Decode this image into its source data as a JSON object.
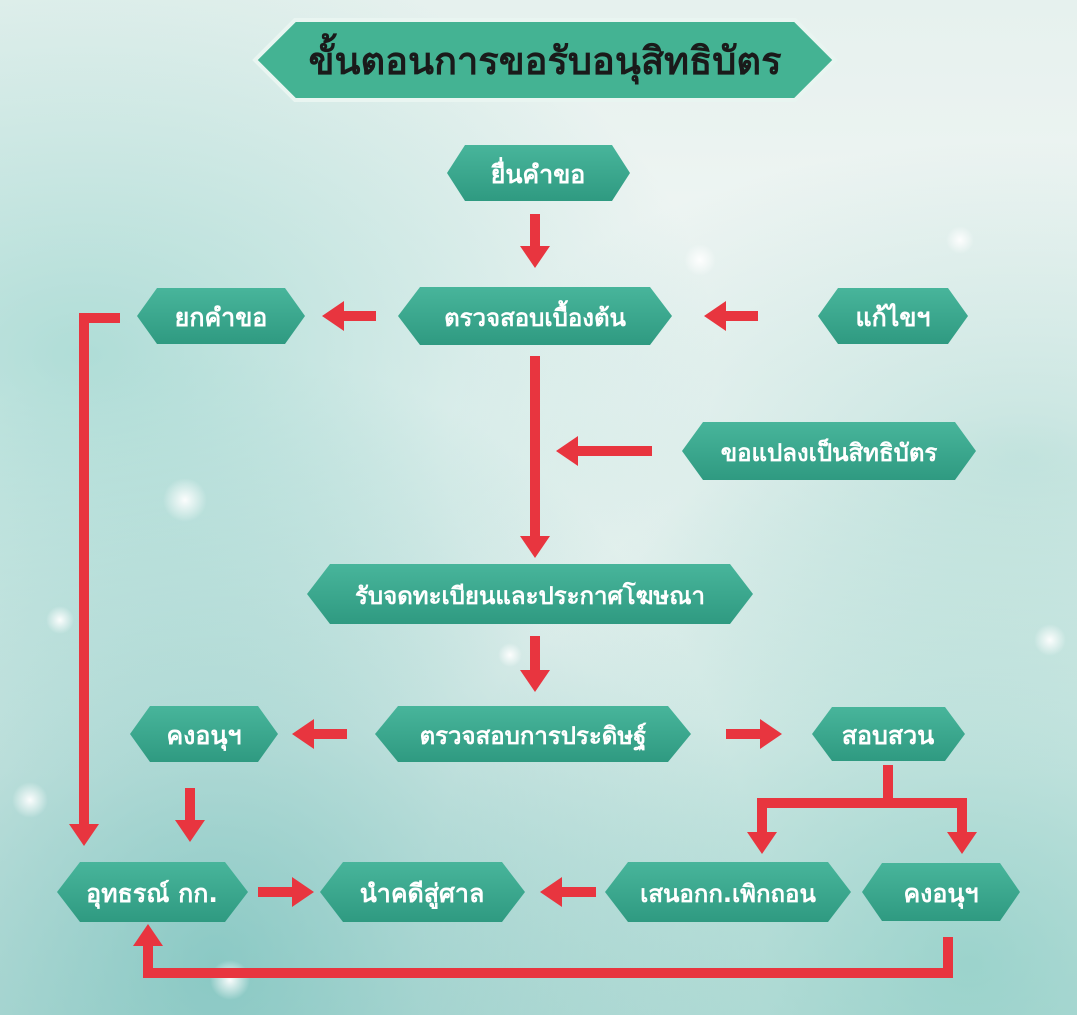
{
  "title": "ขั้นตอนการขอรับอนุสิทธิบัตร",
  "nodes": {
    "submit": "ยื่นคำขอ",
    "preliminary_check": "ตรวจสอบเบื้องต้น",
    "reject_left": "ยกคำขอ",
    "fix": "แก้ไขฯ",
    "convert_patent": "ขอแปลงเป็นสิทธิบัตร",
    "register_announce": "รับจดทะเบียนและประกาศโฆษณา",
    "keep_left": "คงอนุฯ",
    "examine_invention": "ตรวจสอบการประดิษฐ์",
    "investigate": "สอบสวน",
    "appeal": "อุทธรณ์ กก.",
    "court": "นำคดีสู่ศาล",
    "propose_revoke": "เสนอกก.เพิกถอน",
    "keep_right": "คงอนุฯ"
  },
  "colors": {
    "node_fill": "#3aa88f",
    "node_fill_dark": "#2a8e76",
    "title_fill": "#44b393",
    "arrow": "#e8353f",
    "node_text": "#ffffff",
    "title_text": "#1a1a1a"
  }
}
